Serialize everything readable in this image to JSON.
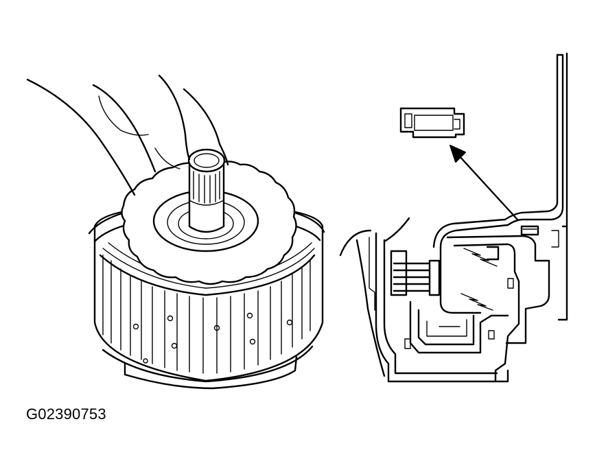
{
  "figure": {
    "caption": "G02390753",
    "colors": {
      "ink": "#000000",
      "paper": "#ffffff"
    },
    "parts": [
      {
        "name": "clutch-drum-assembly",
        "description_visible": false
      },
      {
        "name": "clutch-cross-section",
        "description_visible": false
      },
      {
        "name": "snap-ring-detail",
        "description_visible": false
      }
    ]
  }
}
